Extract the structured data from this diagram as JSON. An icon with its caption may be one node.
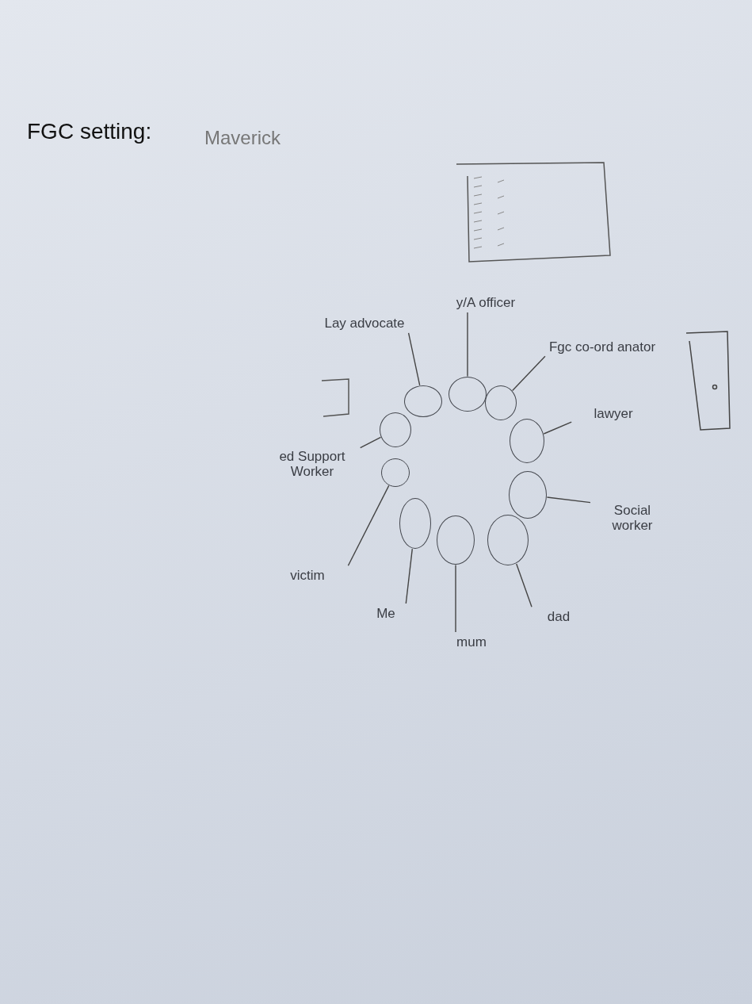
{
  "diagram": {
    "title": "FGC setting:",
    "labels": [
      "Maverick"
    ],
    "nodes": [
      {
        "text": [
          "y/A officer"
        ]
      },
      {
        "text": [
          "Lay advocate"
        ]
      },
      {
        "text": [
          "Fgc co-ord anator"
        ]
      },
      {
        "text": [
          "lawyer"
        ]
      },
      {
        "text": [
          "ed Support Worker"
        ]
      },
      {
        "text": [
          "Social worker"
        ]
      },
      {
        "text": [
          "victim"
        ]
      },
      {
        "text": [
          "Me"
        ]
      },
      {
        "text": [
          "mum"
        ]
      },
      {
        "text": [
          "dad"
        ]
      },
      {
        "text": [],
        "shape": "circle"
      },
      {
        "text": [],
        "shape": "circle"
      },
      {
        "text": [],
        "shape": "circle"
      },
      {
        "text": [],
        "shape": "circle"
      },
      {
        "text": [],
        "shape": "circle"
      },
      {
        "text": [],
        "shape": "circle"
      },
      {
        "text": [],
        "shape": "circle"
      },
      {
        "text": [],
        "shape": "circle"
      },
      {
        "text": [],
        "shape": "circle"
      },
      {
        "text": [],
        "shape": "circle"
      }
    ],
    "edges": [
      {
        "from": 0,
        "to": 10,
        "arrow": "none"
      },
      {
        "from": 1,
        "to": 11,
        "arrow": "none"
      },
      {
        "from": 2,
        "to": 12,
        "arrow": "none"
      },
      {
        "from": 3,
        "to": 14,
        "arrow": "none"
      },
      {
        "from": 4,
        "to": 13,
        "arrow": "none"
      },
      {
        "from": 5,
        "to": 16,
        "arrow": "none"
      },
      {
        "from": 6,
        "to": 15,
        "arrow": "none"
      },
      {
        "from": 7,
        "to": 17,
        "arrow": "none"
      },
      {
        "from": 8,
        "to": 18,
        "arrow": "none"
      },
      {
        "from": 9,
        "to": 19,
        "arrow": "none"
      }
    ]
  }
}
